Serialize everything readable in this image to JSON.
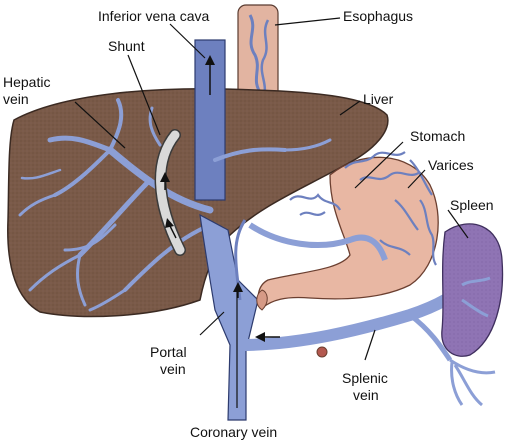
{
  "labels": {
    "ivc": "Inferior vena cava",
    "esophagus": "Esophagus",
    "shunt": "Shunt",
    "hepatic_vein_1": "Hepatic",
    "hepatic_vein_2": "vein",
    "liver": "Liver",
    "stomach": "Stomach",
    "varices": "Varices",
    "spleen": "Spleen",
    "portal_vein_1": "Portal",
    "portal_vein_2": "vein",
    "splenic_vein_1": "Splenic",
    "splenic_vein_2": "vein",
    "coronary_vein": "Coronary vein"
  },
  "colors": {
    "liver": "#7a5a48",
    "vein": "#8c9fd6",
    "vein_dark": "#6d80bf",
    "stomach": "#e8b7a3",
    "spleen": "#8f74b4",
    "esophagus": "#e2b4a1",
    "shunt": "#d9d9d9"
  }
}
